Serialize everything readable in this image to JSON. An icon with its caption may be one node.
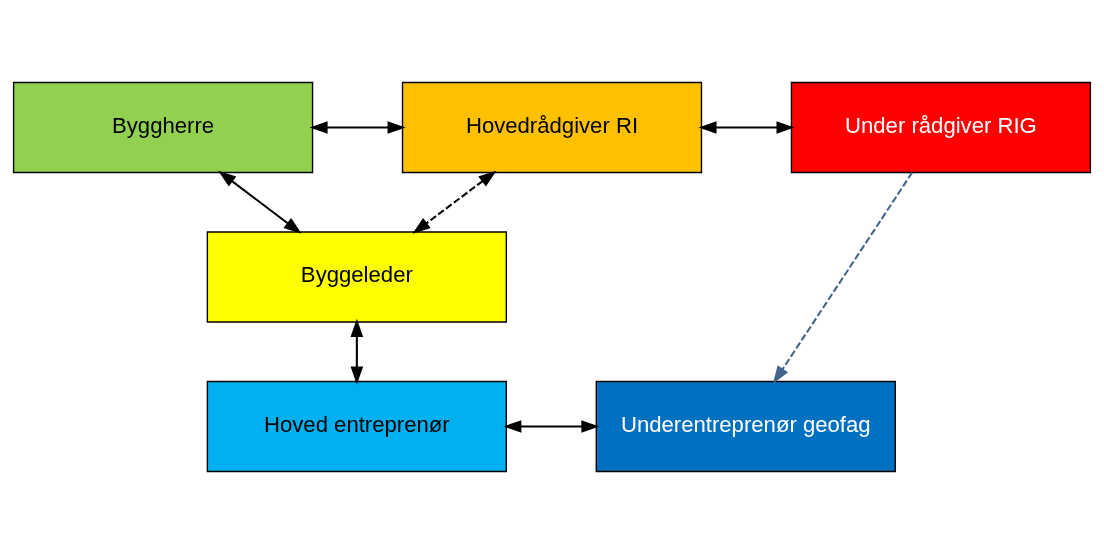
{
  "diagram": {
    "nodes": [
      {
        "text": [
          "Byggherre"
        ]
      },
      {
        "text": [
          "Hovedrådgiver RI"
        ]
      },
      {
        "text": [
          "Under rådgiver RIG"
        ]
      },
      {
        "text": [
          "Byggeleder"
        ]
      },
      {
        "text": [
          "Hoved entreprenør"
        ]
      },
      {
        "text": [
          "Underentreprenør geofag"
        ]
      }
    ],
    "edges": [
      {
        "from": 0,
        "to": 1,
        "arrow": "both"
      },
      {
        "from": 1,
        "to": 2,
        "arrow": "both"
      },
      {
        "from": 0,
        "to": 3,
        "arrow": "both"
      },
      {
        "from": 1,
        "to": 3,
        "arrow": "both",
        "style": "dashed"
      },
      {
        "from": 3,
        "to": 4,
        "arrow": "both"
      },
      {
        "from": 4,
        "to": 5,
        "arrow": "both"
      },
      {
        "from": 2,
        "to": 5,
        "arrow": "to",
        "style": "dashed",
        "color": "#44648c"
      }
    ]
  }
}
